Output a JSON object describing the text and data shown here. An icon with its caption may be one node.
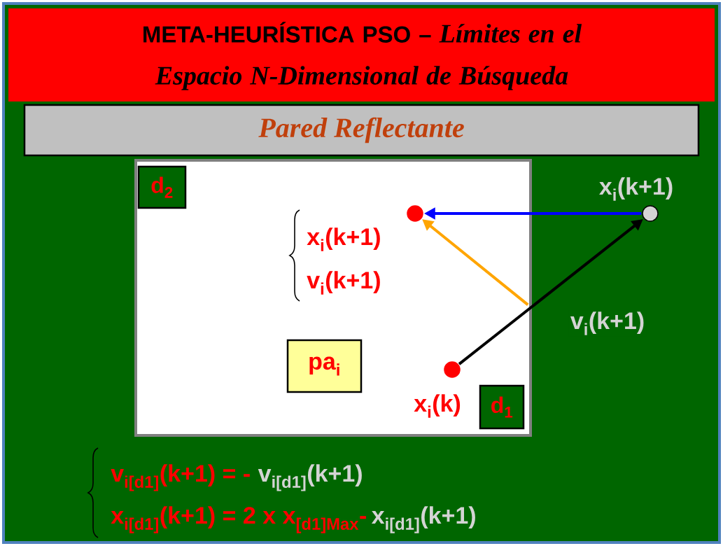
{
  "diagram": {
    "title": "META-HEURÍSTICA PSO – *Límites en el Espacio N-Dimensional de Búsqueda*",
    "nodes": [
      {
        "text": [
          "Pared Reflectante"
        ]
      },
      {
        "text": [],
        "shape": "box"
      },
      {
        "text": [
          "d$_{2}$"
        ],
        "in": 1
      },
      {
        "text": [
          "pa$_{i}$"
        ],
        "in": 1
      },
      {
        "text": [
          "d$_{1}$"
        ],
        "in": 1
      },
      {
        "text": [],
        "shape": "circle",
        "in": 1,
        "beside": [
          "x$_{i}$(k)"
        ]
      },
      {
        "text": [],
        "shape": "circle",
        "beside": [
          "x$_{i}$(k+1)"
        ]
      },
      {
        "text": [],
        "shape": "circle",
        "in": 1
      }
    ],
    "edges": [
      {
        "from": 5,
        "to": 6,
        "arrow": "to",
        "label": "v$_{i}$(k+1)",
        "color": "#000000"
      },
      {
        "from": 6,
        "to": 7,
        "arrow": "to",
        "color": "#0000ff"
      },
      {
        "from": null,
        "to": 7,
        "arrow": "to",
        "color": "#ffa500"
      }
    ],
    "labels": [
      "x$_{i}$(k+1)",
      "v$_{i}$(k+1)",
      "v$_{i[d1]}$(k+1) = -",
      "v$_{i[d1]}$(k+1)",
      "x$_{i[d1]}$(k+1) = 2 x x$_{[d1]Max}$-",
      "x$_{i[d1]}$(k+1)"
    ]
  }
}
